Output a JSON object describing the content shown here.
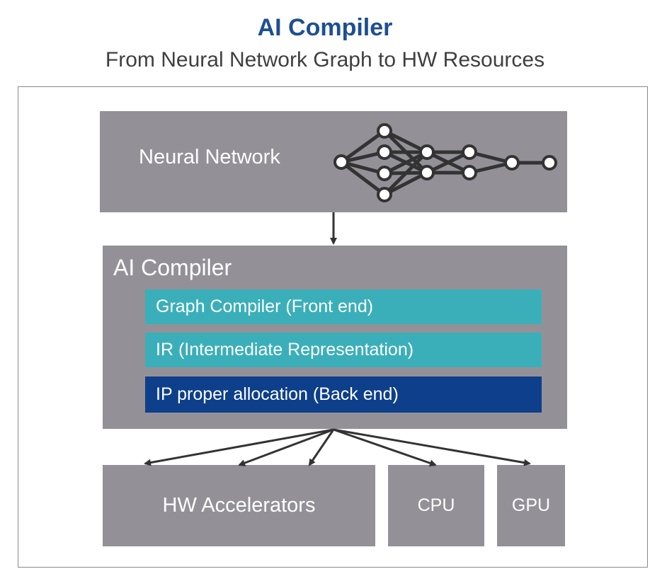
{
  "header": {
    "title": "AI Compiler",
    "subtitle": "From Neural Network Graph to HW Resources"
  },
  "neural_network": {
    "label": "Neural Network"
  },
  "ai_compiler": {
    "label": "AI Compiler",
    "stages": [
      {
        "label": "Graph Compiler (Front end)",
        "color": "#3aafb9"
      },
      {
        "label": "IR (Intermediate Representation)",
        "color": "#3aafb9"
      },
      {
        "label": "IP proper allocation (Back end)",
        "color": "#0d3f8a"
      }
    ]
  },
  "targets": [
    {
      "label": "HW Accelerators"
    },
    {
      "label": "CPU"
    },
    {
      "label": "GPU"
    }
  ],
  "colors": {
    "title": "#1d4f91",
    "box": "#939197",
    "arrow": "#333333",
    "frame": "#8a8a8a"
  }
}
